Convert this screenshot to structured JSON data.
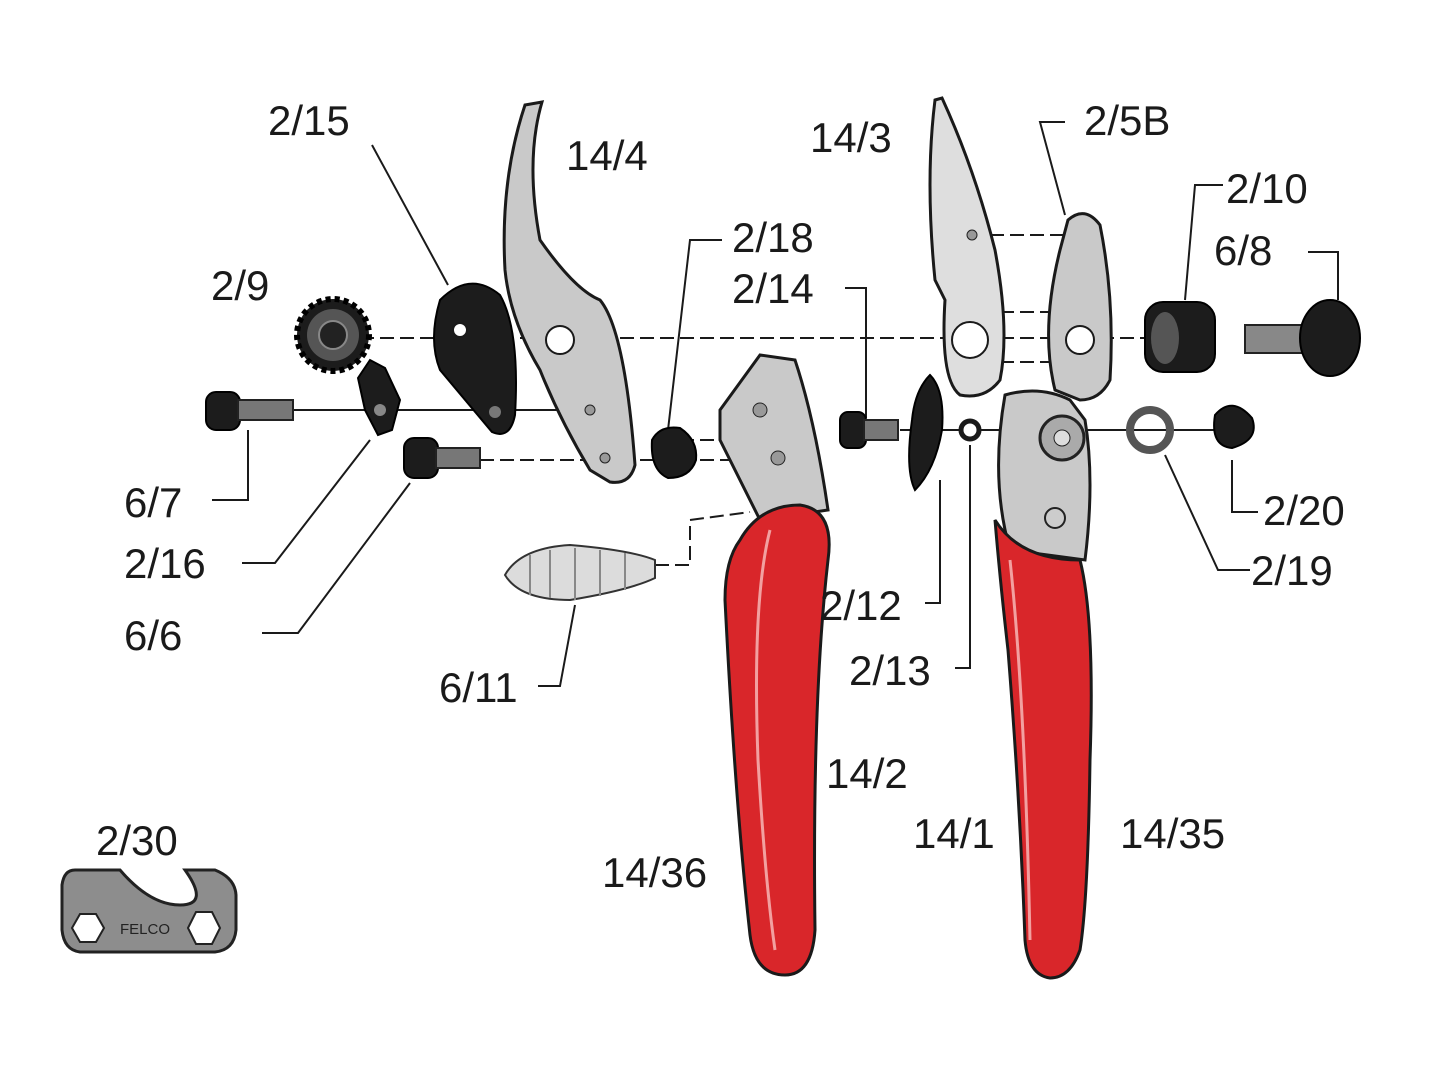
{
  "diagram": {
    "title_hidden": null,
    "brand_logo": "FELCO",
    "colors": {
      "handle": "#d9262a",
      "steel": "#c9c9c9",
      "dark_parts": "#1c1c1c"
    },
    "labels": {
      "p2_15": "2/15",
      "p14_4": "14/4",
      "p14_3": "14/3",
      "p2_5B": "2/5B",
      "p2_10": "2/10",
      "p6_8": "6/8",
      "p2_18": "2/18",
      "p2_14": "2/14",
      "p2_9": "2/9",
      "p6_7": "6/7",
      "p2_16": "2/16",
      "p6_6": "6/6",
      "p6_11": "6/11",
      "p2_12": "2/12",
      "p2_13": "2/13",
      "p2_20": "2/20",
      "p2_19": "2/19",
      "p14_2": "14/2",
      "p14_1": "14/1",
      "p14_35": "14/35",
      "p14_36": "14/36",
      "p2_30": "2/30"
    }
  }
}
